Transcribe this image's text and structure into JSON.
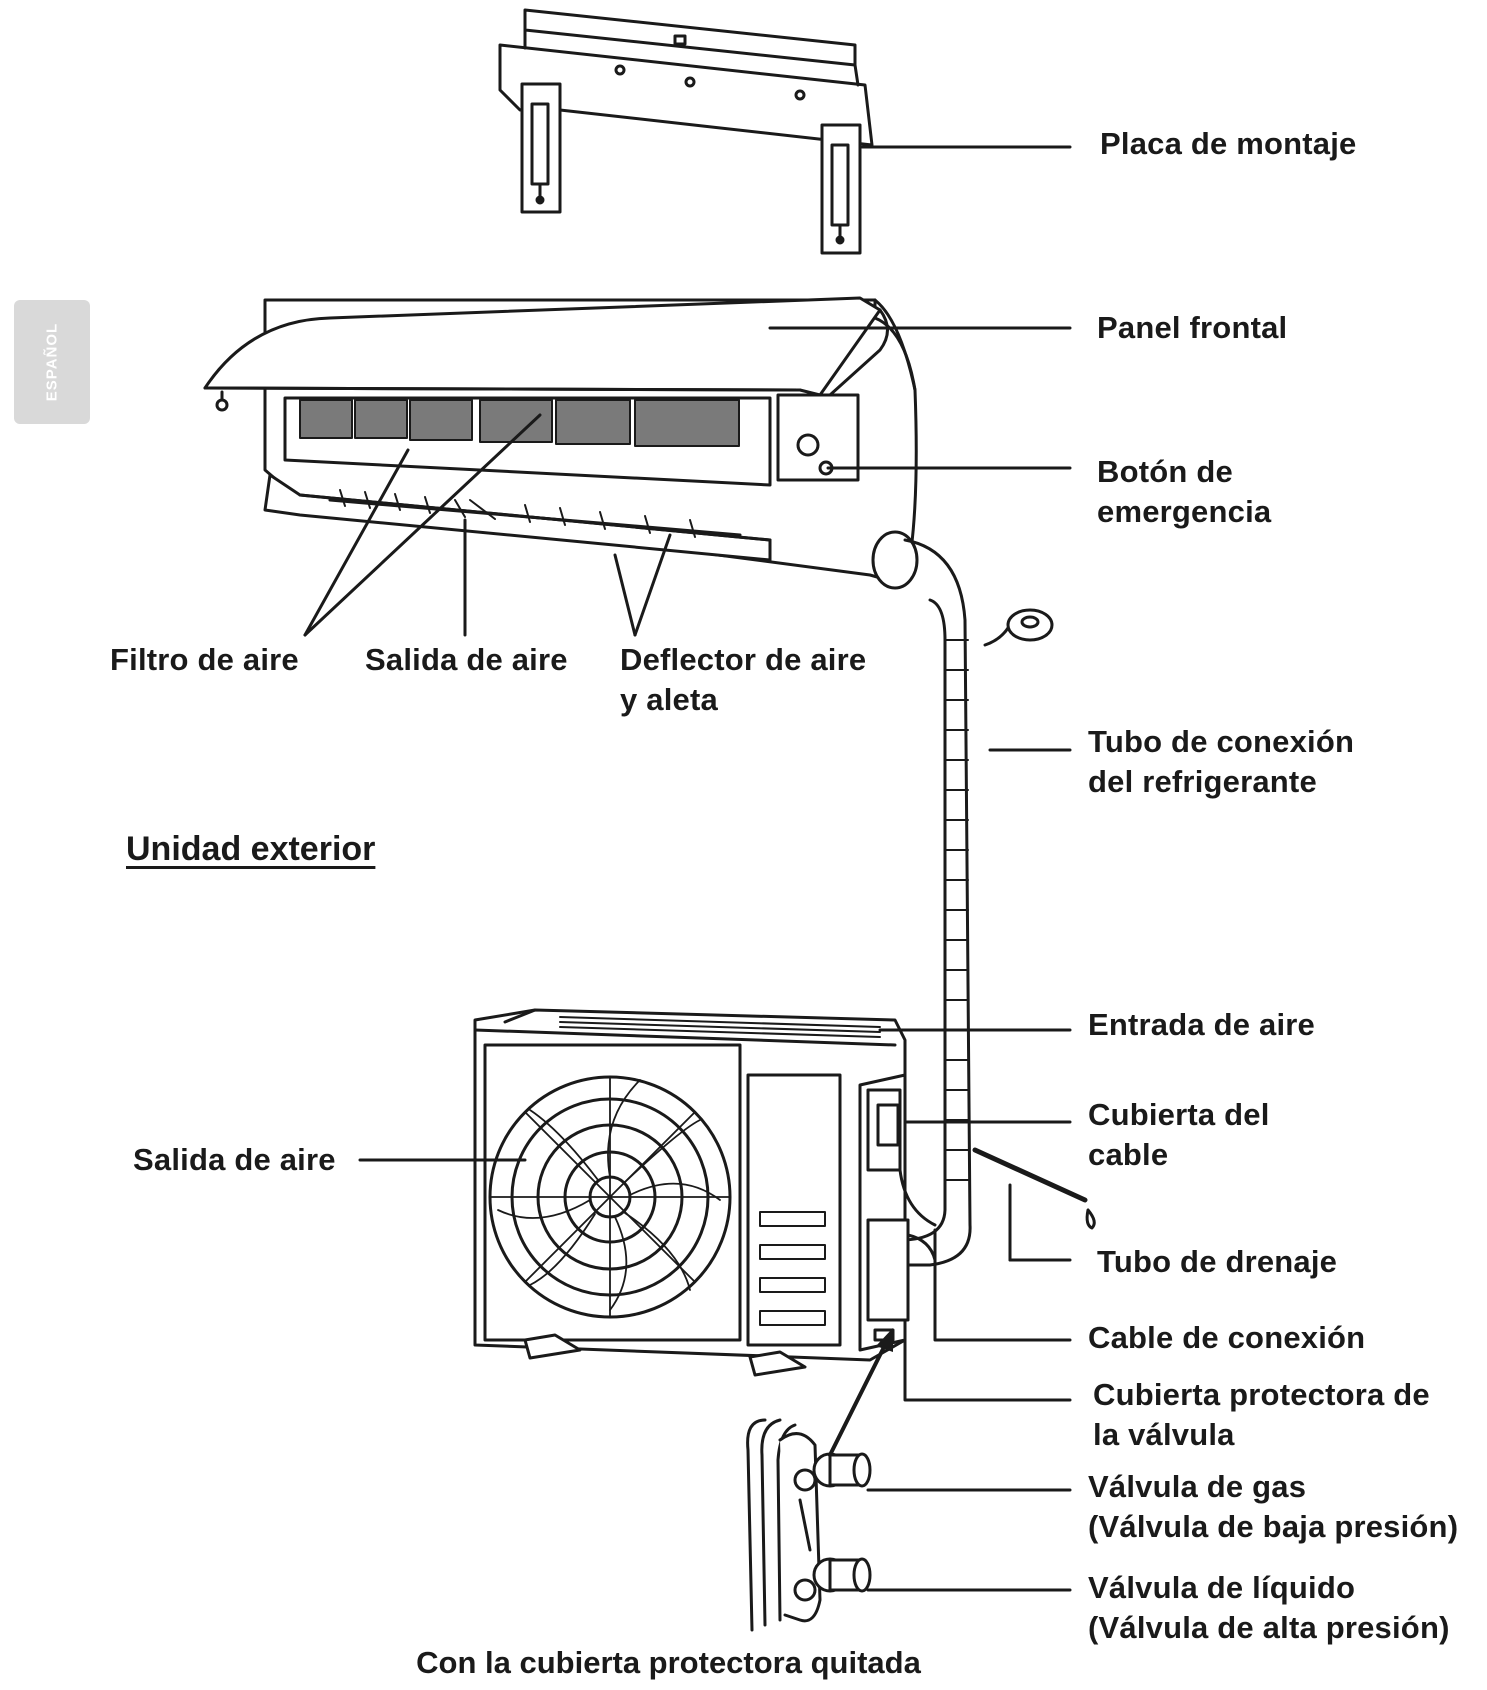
{
  "side_tab": "ESPAÑOL",
  "section_heading": "Unidad exterior",
  "labels": {
    "mounting_plate": "Placa de montaje",
    "front_panel": "Panel frontal",
    "emergency_button": [
      "Botón de",
      "emergencia"
    ],
    "air_filter": "Filtro de aire",
    "air_outlet_indoor": "Salida de aire",
    "air_deflector": [
      "Deflector de aire",
      "y aleta"
    ],
    "refrigerant_pipe": [
      "Tubo de conexión",
      "del refrigerante"
    ],
    "air_inlet": "Entrada de aire",
    "cable_cover": [
      "Cubierta del",
      "cable"
    ],
    "air_outlet_outdoor": "Salida de aire",
    "drain_pipe": "Tubo de drenaje",
    "connection_cable": "Cable de conexión",
    "valve_cover": [
      "Cubierta protectora de",
      "la válvula"
    ],
    "gas_valve": [
      "Válvula de gas",
      "(Válvula de baja presión)"
    ],
    "liquid_valve": [
      "Válvula de líquido",
      "(Válvula de alta presión)"
    ]
  },
  "caption": "Con la cubierta protectora quitada",
  "colors": {
    "ink": "#1a1a1a",
    "tab": "#d9d9d9",
    "filter": "#7a7a7a"
  }
}
